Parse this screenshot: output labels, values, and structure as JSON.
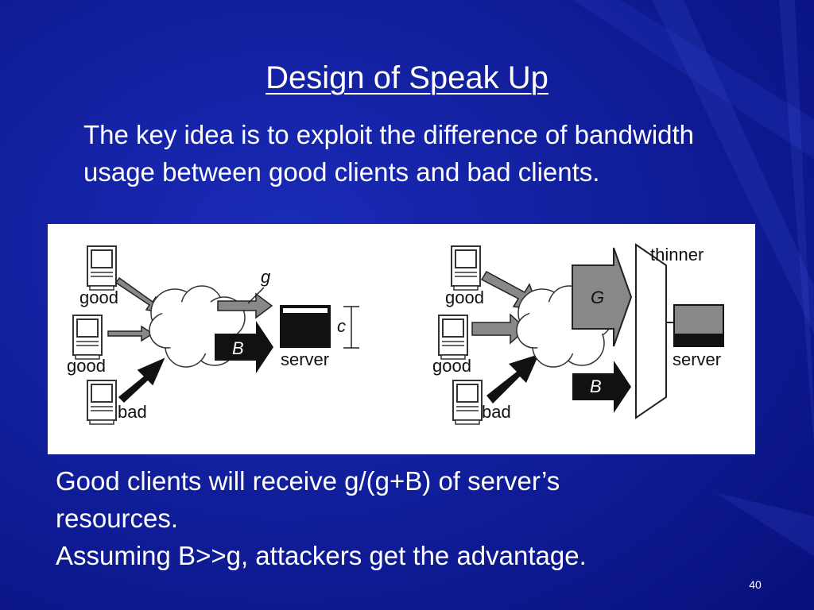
{
  "slide": {
    "title": "Design of Speak Up",
    "intro": "The key idea is to exploit the difference of bandwidth usage between good clients and bad clients.",
    "bottom_lines": [
      "Good clients will receive g/(g+B) of server’s",
      "resources.",
      "Assuming B>>g, attackers get the advantage."
    ],
    "page_number": "40"
  },
  "colors": {
    "background": "#0b1590",
    "text": "#ffffff",
    "figure_background": "#ffffff"
  },
  "diagram_left": {
    "clients": [
      "good",
      "good",
      "bad"
    ],
    "good_traffic_label": "g",
    "bad_traffic_label": "B",
    "capacity_label": "c",
    "server_label": "server"
  },
  "diagram_right": {
    "clients": [
      "good",
      "good",
      "bad"
    ],
    "good_traffic_label": "G",
    "bad_traffic_label": "B",
    "thinner_label": "thinner",
    "server_label": "server"
  }
}
